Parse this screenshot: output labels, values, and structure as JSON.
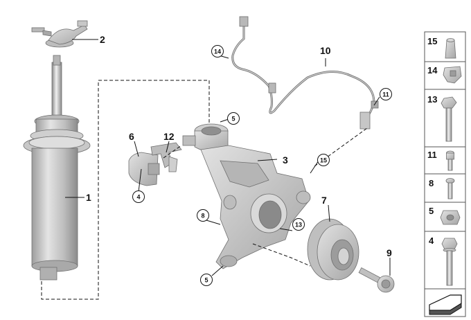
{
  "callouts": {
    "c1": "1",
    "c2": "2",
    "c3": "3",
    "c4": "4",
    "c5a": "5",
    "c5b": "5",
    "c6": "6",
    "c7": "7",
    "c8": "8",
    "c9": "9",
    "c10": "10",
    "c11": "11",
    "c12": "12",
    "c13": "13",
    "c14": "14",
    "c15": "15"
  },
  "legend": {
    "items": [
      "15",
      "14",
      "13",
      "11",
      "8",
      "5",
      "4"
    ]
  },
  "colors": {
    "part_fill": "#c9c9c9",
    "part_dark": "#9a9a9a",
    "part_light": "#e6e6e6",
    "line": "#111111",
    "legend_border": "#555555"
  }
}
